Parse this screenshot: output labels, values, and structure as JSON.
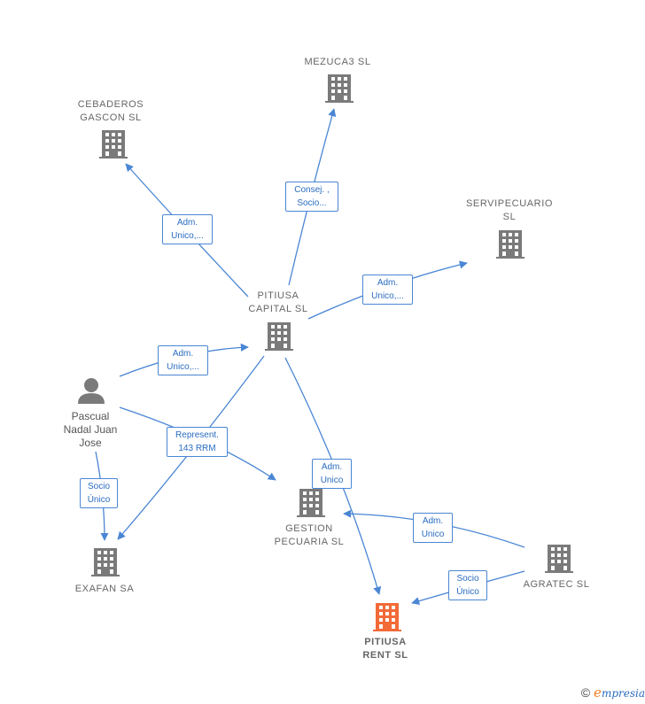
{
  "colors": {
    "edge": "#4a86d4",
    "company": "#7a7a7a",
    "focus": "#f26a38",
    "person": "#7a7a7a"
  },
  "nodes": [
    {
      "id": "mezuca3",
      "label": "MEZUCA3  SL",
      "type": "company"
    },
    {
      "id": "cebaderos",
      "label": "CEBADEROS\nGASCON  SL",
      "type": "company"
    },
    {
      "id": "servipecuario",
      "label": "SERVIPECUARIO\nSL",
      "type": "company"
    },
    {
      "id": "pitiusa_capital",
      "label": "PITIUSA\nCAPITAL  SL",
      "type": "company"
    },
    {
      "id": "pascual",
      "label": "Pascual\nNadal Juan\nJose",
      "type": "person"
    },
    {
      "id": "gestion",
      "label": "GESTION\nPECUARIA SL",
      "type": "company"
    },
    {
      "id": "exafan",
      "label": "EXAFAN SA",
      "type": "company"
    },
    {
      "id": "agratec",
      "label": "AGRATEC  SL",
      "type": "company"
    },
    {
      "id": "pitiusa_rent",
      "label": "PITIUSA\nRENT  SL",
      "type": "focus"
    }
  ],
  "edge_labels": [
    {
      "id": "e1",
      "text": "Consej. ,\nSocio..."
    },
    {
      "id": "e2",
      "text": "Adm.\nUnico,..."
    },
    {
      "id": "e3",
      "text": "Adm.\nUnico,..."
    },
    {
      "id": "e4",
      "text": "Adm.\nUnico,..."
    },
    {
      "id": "e5",
      "text": "Represent.\n143 RRM"
    },
    {
      "id": "e6",
      "text": "Adm.\nUnico"
    },
    {
      "id": "e7",
      "text": "Socio\nÚnico"
    },
    {
      "id": "e8",
      "text": "Adm.\nUnico"
    },
    {
      "id": "e9",
      "text": "Socio\nÚnico"
    }
  ],
  "footer": {
    "copyright": "©",
    "brand_e": "e",
    "brand_rest": "mpresia"
  }
}
